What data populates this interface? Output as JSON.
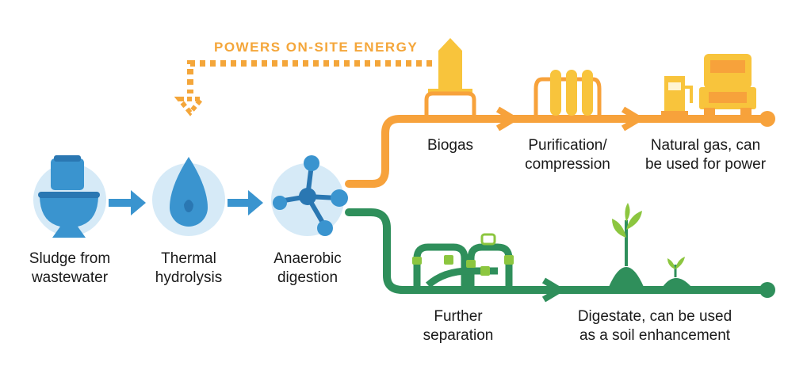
{
  "banner": "POWERS ON-SITE ENERGY",
  "steps": {
    "sludge": [
      "Sludge from",
      "wastewater"
    ],
    "thermal": [
      "Thermal",
      "hydrolysis"
    ],
    "anaerobic": [
      "Anaerobic",
      "digestion"
    ],
    "biogas": [
      "Biogas"
    ],
    "purification": [
      "Purification/",
      "compression"
    ],
    "natural_gas": [
      "Natural gas, can",
      "be used for power"
    ],
    "separation": [
      "Further",
      "separation"
    ],
    "digestate": [
      "Digestate, can be used",
      "as a soil enhancement"
    ]
  },
  "colors": {
    "orange": "#f7a23b",
    "green": "#2f8f5b",
    "blue_light": "#d6eaf7",
    "blue": "#3a94cf",
    "blue_dark": "#2a77b2",
    "yellow": "#f8c43c",
    "lime": "#8cc63f"
  }
}
